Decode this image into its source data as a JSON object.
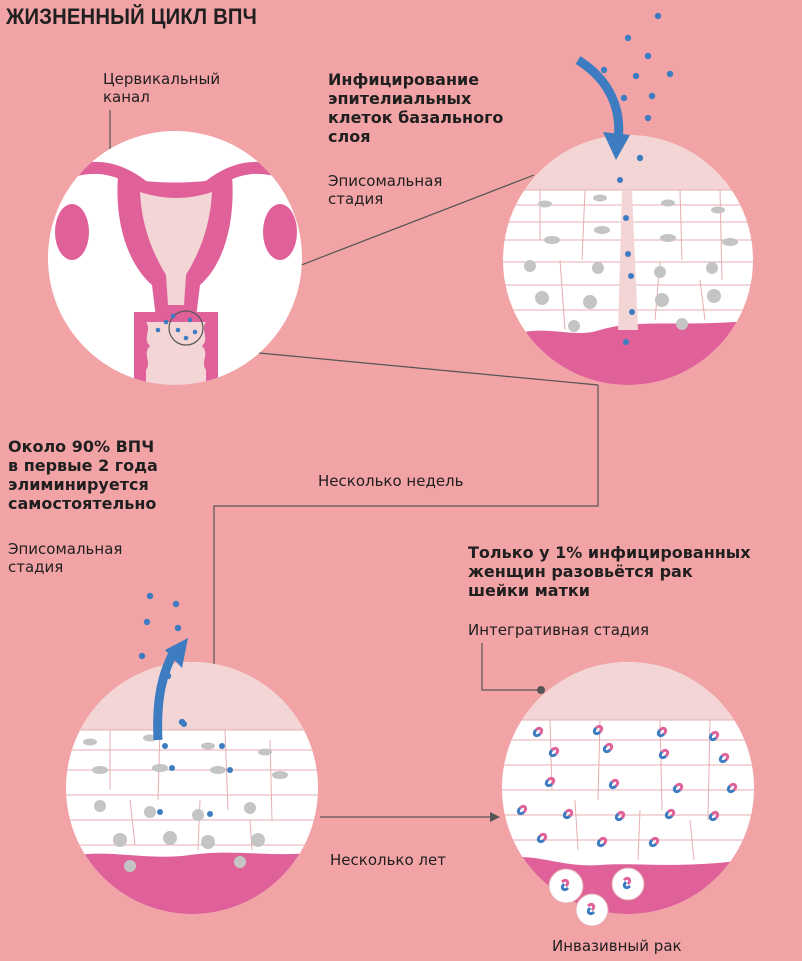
{
  "title": "ЖИЗНЕННЫЙ ЦИКЛ ВПЧ",
  "labels": {
    "cervical_canal": "Цервикальный\nканал",
    "infection_heading": "Инфицирование\nэпителиальных\nклеток базального\nслоя",
    "episomal_stage_1": "Эписомальная\nстадия",
    "elimination_heading": "Около 90% ВПЧ\nв первые 2 года\nэлиминируется\nсамостоятельно",
    "episomal_stage_2": "Эписомальная\nстадия",
    "several_weeks": "Несколько недель",
    "cancer_heading": "Только у 1% инфицированных\nженщин разовьётся рак\nшейки матки",
    "integrative_stage": "Интегративная стадия",
    "several_years": "Несколько лет",
    "invasive_cancer": "Инвазивный рак"
  },
  "colors": {
    "background": "#f2a3a6",
    "pink_tissue": "#e0619a",
    "light_pink": "#f3d5d6",
    "virus_blue": "#3e7cc1",
    "cell_gray": "#c4c4c4",
    "line_gray": "#555555"
  }
}
